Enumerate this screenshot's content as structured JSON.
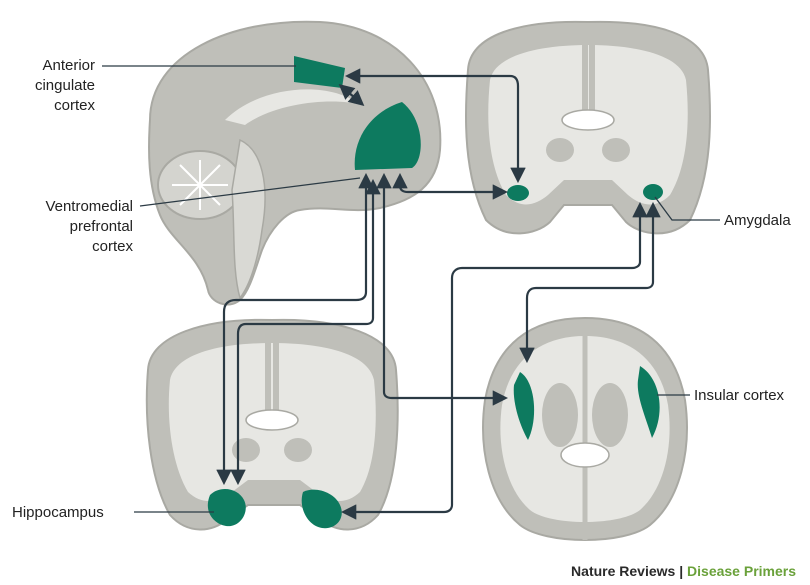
{
  "labels": {
    "acc_line1": "Anterior",
    "acc_line2": "cingulate",
    "acc_line3": "cortex",
    "vmpfc_line1": "Ventromedial",
    "vmpfc_line2": "prefrontal",
    "vmpfc_line3": "cortex",
    "amygdala": "Amygdala",
    "insula": "Insular cortex",
    "hippocampus": "Hippocampus"
  },
  "credit": {
    "journal": "Nature Reviews",
    "separator": "|",
    "series": "Disease Primers"
  },
  "colors": {
    "highlight": "#0d7a5f",
    "highlight_dark": "#0b5e48",
    "brain_gray": "#bfbfb9",
    "white_matter": "#e7e7e3",
    "arrow": "#2b3a44",
    "credit_accent": "#6aa13a"
  }
}
